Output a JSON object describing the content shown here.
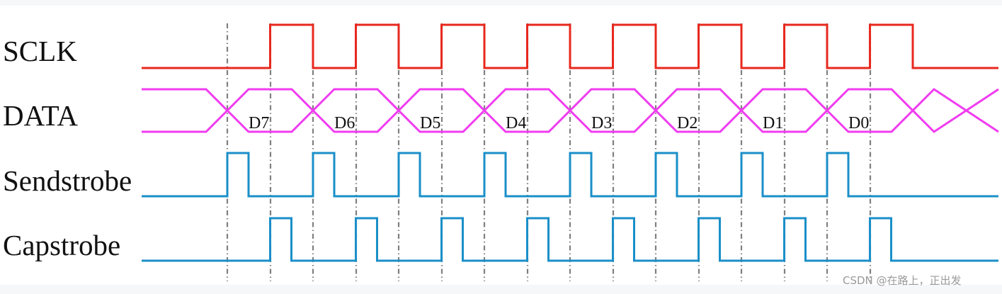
{
  "diagram": {
    "type": "timing-diagram",
    "signals": [
      {
        "name": "SCLK",
        "color": "#e8281e"
      },
      {
        "name": "DATA",
        "color": "#f03cf0"
      },
      {
        "name": "Sendstrobe",
        "color": "#1a8fc8"
      },
      {
        "name": "Capstrobe",
        "color": "#1a8fc8"
      }
    ],
    "data_bits": [
      "D7",
      "D6",
      "D5",
      "D4",
      "D3",
      "D2",
      "D1",
      "D0"
    ],
    "clock_cycles": 8,
    "guide_line_color": "#808080"
  },
  "watermark": "CSDN @在路上，正出发"
}
